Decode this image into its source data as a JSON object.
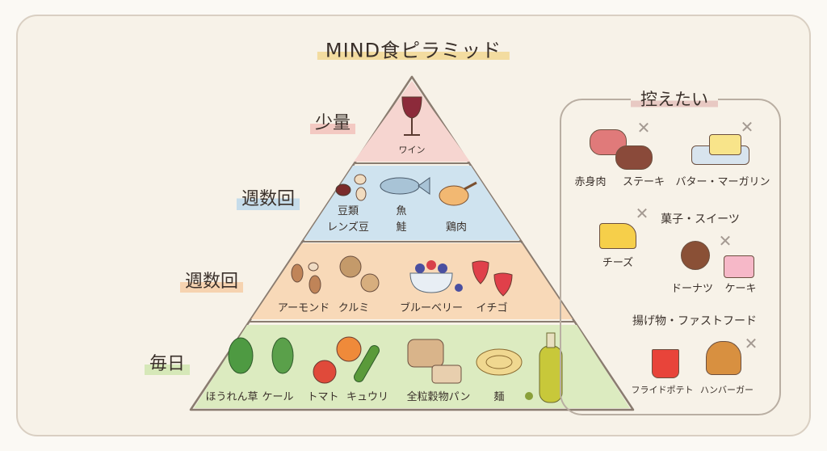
{
  "title": "MIND食ピラミッド",
  "colors": {
    "tier1": "#f6d5d0",
    "tier2": "#cfe3ef",
    "tier3": "#f8d9b8",
    "tier4": "#dcebc0",
    "outline": "#8a7c70"
  },
  "pyramid": {
    "tiers": [
      {
        "level_label": "少量",
        "items": [
          {
            "label": "ワイン",
            "icon": "wine-glass-icon"
          }
        ]
      },
      {
        "level_label": "週数回",
        "items": [
          {
            "label": "豆類",
            "sublabel": "レンズ豆",
            "icon": "beans-icon"
          },
          {
            "label": "魚",
            "sublabel": "鮭",
            "icon": "fish-icon"
          },
          {
            "label": "鶏肉",
            "icon": "chicken-icon"
          }
        ]
      },
      {
        "level_label": "週数回",
        "items": [
          {
            "label": "アーモンド",
            "icon": "almond-icon"
          },
          {
            "label": "クルミ",
            "icon": "walnut-icon"
          },
          {
            "label": "ブルーベリー",
            "icon": "berry-bowl-icon"
          },
          {
            "label": "イチゴ",
            "icon": "strawberry-icon"
          }
        ]
      },
      {
        "level_label": "毎日",
        "items": [
          {
            "label": "ほうれん草",
            "icon": "spinach-icon"
          },
          {
            "label": "ケール",
            "icon": "kale-icon"
          },
          {
            "label": "トマト",
            "icon": "tomato-icon"
          },
          {
            "label": "キュウリ",
            "icon": "cucumber-icon"
          },
          {
            "label": "全粒穀物パン",
            "icon": "bread-icon"
          },
          {
            "label": "麺",
            "icon": "noodles-icon"
          },
          {
            "icon": "olive-oil-icon"
          }
        ]
      }
    ]
  },
  "avoid": {
    "title": "控えたい",
    "items": [
      {
        "label": "赤身肉",
        "icon": "raw-meat-icon"
      },
      {
        "label": "ステーキ",
        "icon": "steak-icon"
      },
      {
        "label": "バター・マーガリン",
        "icon": "butter-icon"
      },
      {
        "label": "チーズ",
        "icon": "cheese-icon"
      },
      {
        "label": "菓子・スイーツ"
      },
      {
        "label": "ドーナツ",
        "icon": "donut-icon"
      },
      {
        "label": "ケーキ",
        "icon": "cake-icon"
      },
      {
        "label": "揚げ物・ファストフード"
      },
      {
        "label": "フライドポテト",
        "icon": "fries-icon"
      },
      {
        "label": "ハンバーガー",
        "icon": "burger-icon"
      }
    ],
    "mark_icon": "cross-mark-icon"
  }
}
